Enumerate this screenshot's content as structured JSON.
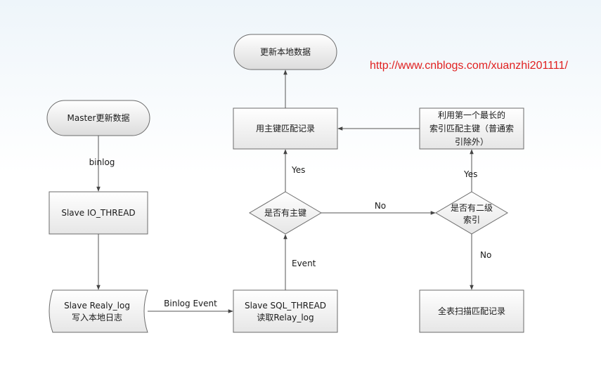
{
  "url": "http://www.cnblogs.com/xuanzhi201111/",
  "nodes": {
    "update_local": "更新本地数据",
    "master_update": "Master更新数据",
    "io_thread": "Slave IO_THREAD",
    "relay_log_1": "Slave Realy_log",
    "relay_log_2": "写入本地日志",
    "sql_thread_1": "Slave SQL_THREAD",
    "sql_thread_2": "读取Relay_log",
    "has_pk": "是否有主键",
    "pk_match": "用主键匹配记录",
    "has_sec_1": "是否有二级",
    "has_sec_2": "索引",
    "longest_1": "利用第一个最长的",
    "longest_2": "索引匹配主键（普通索",
    "longest_3": "引除外）",
    "full_scan": "全表扫描匹配记录"
  },
  "edges": {
    "binlog": "binlog",
    "binlog_event": "Binlog Event",
    "event": "Event",
    "yes_left": "Yes",
    "no": "No",
    "yes_right": "Yes",
    "no_down": "No"
  }
}
